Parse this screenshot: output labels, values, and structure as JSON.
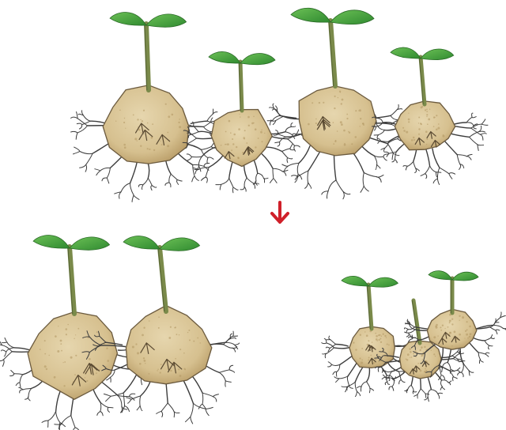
{
  "illustration": {
    "colors": {
      "background": "#ffffff",
      "soil": "#d8c49a",
      "soil_shade": "#b49a66",
      "soil_outline": "#6b5a3e",
      "stem": "#7a8a4a",
      "leaf": "#3f9a3a",
      "leaf_light": "#6cc056",
      "root": "#3d3d3d",
      "arrow": "#d0202a"
    },
    "groups": [
      {
        "name": "top-row",
        "plant_count": 4
      },
      {
        "name": "bottom-left-pair",
        "plant_count": 2
      },
      {
        "name": "bottom-right-trio",
        "plant_count": 3
      }
    ],
    "arrow_icon": "arrow-down-icon"
  }
}
